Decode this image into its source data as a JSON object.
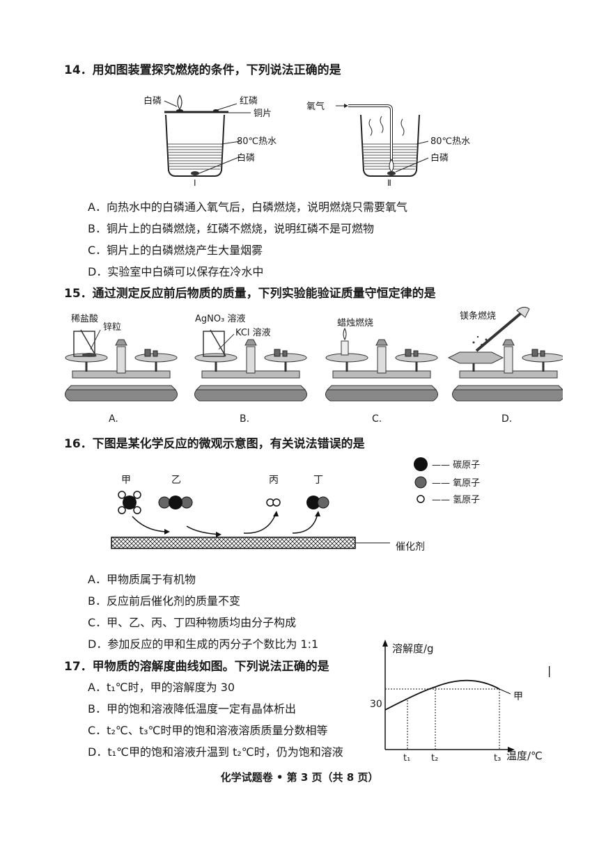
{
  "q14": {
    "stem": "14．用如图装置探究燃烧的条件，下列说法正确的是",
    "fig1": {
      "white_p_top": "白磷",
      "red_p": "红磷",
      "copper": "铜片",
      "water": "80℃热水",
      "white_p_bottom": "白磷",
      "roman": "Ⅰ"
    },
    "fig2": {
      "oxygen": "氧气",
      "water": "80℃热水",
      "white_p": "白磷",
      "roman": "Ⅱ"
    },
    "options": [
      "A．向热水中的白磷通入氧气后，白磷燃烧，说明燃烧只需要氧气",
      "B．铜片上的白磷燃烧，红磷不燃烧，说明红磷不是可燃物",
      "C．铜片上的白磷燃烧产生大量烟雾",
      "D．实验室中白磷可以保存在冷水中"
    ]
  },
  "q15": {
    "stem": "15．通过测定反应前后物质的质量，下列实验能验证质量守恒定律的是",
    "figA": {
      "l1": "稀盐酸",
      "l2": "锌粒",
      "letter": "A."
    },
    "figB": {
      "l1": "AgNO₃ 溶液",
      "l2": "KCl 溶液",
      "letter": "B."
    },
    "figC": {
      "l1": "蜡烛燃烧",
      "letter": "C."
    },
    "figD": {
      "l1": "镁条燃烧",
      "letter": "D."
    }
  },
  "q16": {
    "stem": "16．下图是某化学反应的微观示意图，有关说法错误的是",
    "species": {
      "jia": "甲",
      "yi": "乙",
      "bing": "丙",
      "ding": "丁"
    },
    "legend": {
      "carbon": "—— 碳原子",
      "oxygen": "—— 氧原子",
      "hydrogen": "—— 氢原子"
    },
    "catalyst": "催化剂",
    "options": [
      "A．甲物质属于有机物",
      "B．反应前后催化剂的质量不变",
      "C．甲、乙、丙、丁四种物质均由分子构成",
      "D．参加反应的甲和生成的丙分子个数比为 1:1"
    ]
  },
  "q17": {
    "stem": "17．甲物质的溶解度曲线如图。下列说法正确的是",
    "options": [
      "A．t₁℃时，甲的溶解度为 30",
      "B．甲的饱和溶液降低温度一定有晶体析出",
      "C．t₂℃、t₃℃时甲的饱和溶液溶质质量分数相等",
      "D．t₁℃甲的饱和溶液升温到 t₂℃时，仍为饱和溶液"
    ],
    "chart": {
      "ylabel": "溶解度/g",
      "xlabel": "温度/℃",
      "y_tick": "30",
      "series": "甲",
      "t1": "t₁",
      "t2": "t₂",
      "t3": "t₃"
    }
  },
  "side_mark": "|",
  "footer": "化学试题卷 • 第 3 页（共 8 页）"
}
